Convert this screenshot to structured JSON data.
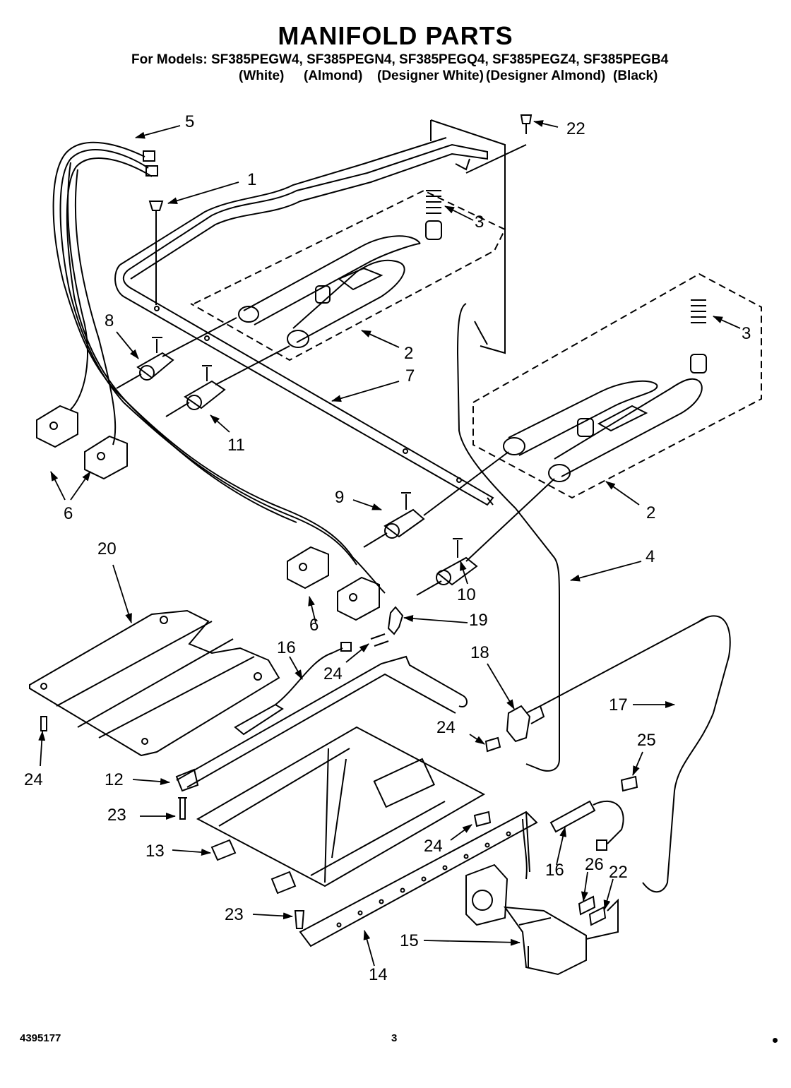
{
  "header": {
    "title": "MANIFOLD PARTS",
    "models_line": "For Models: SF385PEGW4, SF385PEGN4, SF385PEGQ4, SF385PEGZ4, SF385PEGB4",
    "colors": [
      "(White)",
      "(Almond)",
      "(Designer White)",
      "(Designer Almond)",
      "(Black)"
    ]
  },
  "callouts": [
    "1",
    "2",
    "2",
    "3",
    "3",
    "4",
    "5",
    "6",
    "6",
    "6",
    "7",
    "8",
    "9",
    "10",
    "11",
    "12",
    "13",
    "14",
    "15",
    "16",
    "16",
    "17",
    "18",
    "19",
    "20",
    "22",
    "22",
    "23",
    "23",
    "24",
    "24",
    "24",
    "24",
    "24",
    "25",
    "26"
  ],
  "footer": {
    "doc_number": "4395177",
    "page_number": "3"
  }
}
